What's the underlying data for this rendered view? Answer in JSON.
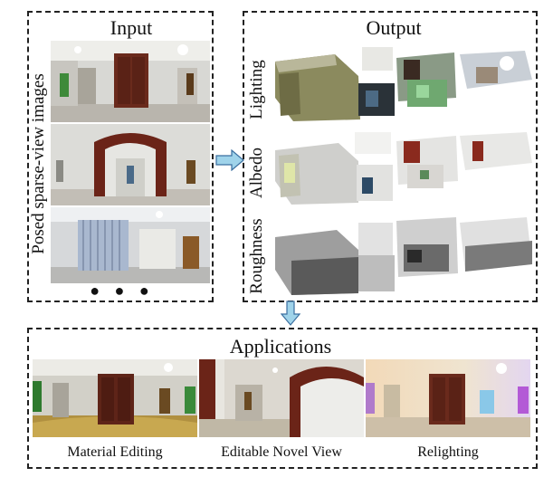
{
  "input": {
    "title": "Input",
    "side_label": "Posed sparse-view images",
    "more_indicator": "● ● ●"
  },
  "output": {
    "title": "Output",
    "rows": [
      {
        "label": "Lighting"
      },
      {
        "label": "Albedo"
      },
      {
        "label": "Roughness"
      }
    ]
  },
  "applications": {
    "title": "Applications",
    "items": [
      {
        "label": "Material Editing"
      },
      {
        "label": "Editable Novel View"
      },
      {
        "label": "Relighting"
      }
    ]
  },
  "colors": {
    "border": "#222222",
    "arrow": "#9fd3ea",
    "arrow_stroke": "#3b6fa0"
  }
}
